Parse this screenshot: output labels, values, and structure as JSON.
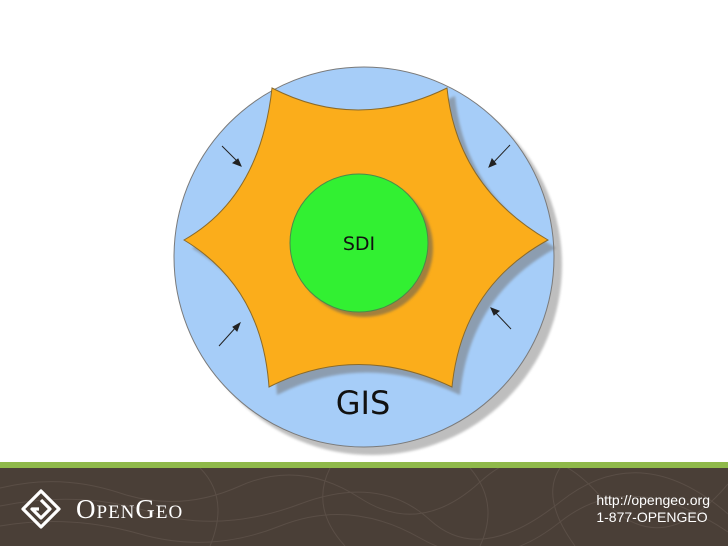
{
  "diagram": {
    "inner_label": "SDI",
    "outer_label": "GIS",
    "colors": {
      "outer_circle": "#a6cdf8",
      "star": "#fbad1b",
      "inner_circle": "#32f032",
      "shadow": "#8a8a8a",
      "outline": "#6e6e6e"
    },
    "arrows_count": 4
  },
  "footer": {
    "brand_name": "OpenGeo",
    "url": "http://opengeo.org",
    "phone": "1-877-OPENGEO",
    "colors": {
      "background": "#4a3f37",
      "stripe": "#8fb94a",
      "text": "#ffffff"
    },
    "icon": "opengeo-logo-icon"
  }
}
